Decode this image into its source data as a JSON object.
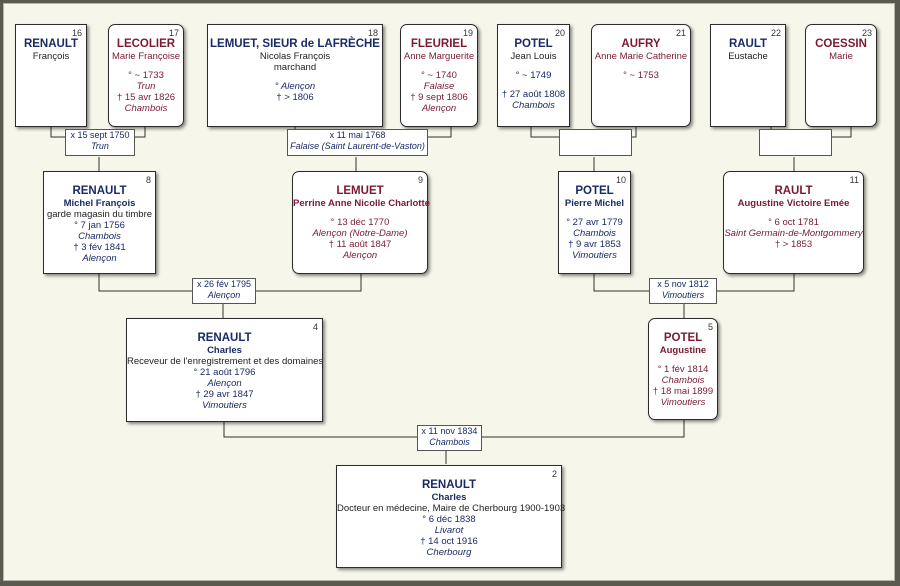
{
  "persons": {
    "p16": {
      "num": "16",
      "surname": "RENAULT",
      "given": "François"
    },
    "p17": {
      "num": "17",
      "surname": "LECOLIER",
      "given": "Marie Françoise",
      "b_date": "° ~ 1733",
      "b_place": "Trun",
      "d_date": "† 15 avr 1826",
      "d_place": "Chambois"
    },
    "p18": {
      "num": "18",
      "surname": "LEMUET, SIEUR de LAFRÈCHE",
      "given": "Nicolas François",
      "occupation": "marchand",
      "b_date": "° Alençon",
      "d_date": "† > 1806"
    },
    "p19": {
      "num": "19",
      "surname": "FLEURIEL",
      "given": "Anne Marguerite",
      "b_date": "° ~ 1740",
      "b_place": "Falaise",
      "d_date": "† 9 sept 1806",
      "d_place": "Alençon"
    },
    "p20": {
      "num": "20",
      "surname": "POTEL",
      "given": "Jean Louis",
      "b_date": "° ~ 1749",
      "d_date": "† 27 août 1808",
      "d_place": "Chambois"
    },
    "p21": {
      "num": "21",
      "surname": "AUFRY",
      "given": "Anne Marie Catherine",
      "b_date": "° ~ 1753"
    },
    "p22": {
      "num": "22",
      "surname": "RAULT",
      "given": "Eustache"
    },
    "p23": {
      "num": "23",
      "surname": "COESSIN",
      "given": "Marie"
    },
    "p8": {
      "num": "8",
      "surname": "RENAULT",
      "given": "Michel François",
      "occupation": "garde magasin du timbre",
      "b_date": "° 7 jan 1756",
      "b_place": "Chambois",
      "d_date": "† 3 fév 1841",
      "d_place": "Alençon"
    },
    "p9": {
      "num": "9",
      "surname": "LEMUET",
      "given": "Perrine Anne Nicolle Charlotte",
      "b_date": "° 13 déc 1770",
      "b_place": "Alençon (Notre-Dame)",
      "d_date": "† 11 août 1847",
      "d_place": "Alençon"
    },
    "p10": {
      "num": "10",
      "surname": "POTEL",
      "given": "Pierre Michel",
      "b_date": "° 27 avr 1779",
      "b_place": "Chambois",
      "d_date": "† 9 avr 1853",
      "d_place": "Vimoutiers"
    },
    "p11": {
      "num": "11",
      "surname": "RAULT",
      "given": "Augustine Victoire Emée",
      "b_date": "° 6 oct 1781",
      "b_place": "Saint Germain-de-Montgommery",
      "d_date": "† > 1853"
    },
    "p4": {
      "num": "4",
      "surname": "RENAULT",
      "given": "Charles",
      "occupation": "Receveur de l'enregistrement et des domaines",
      "b_date": "° 21 août 1796",
      "b_place": "Alençon",
      "d_date": "† 29 avr 1847",
      "d_place": "Vimoutiers"
    },
    "p5": {
      "num": "5",
      "surname": "POTEL",
      "given": "Augustine",
      "b_date": "° 1 fév 1814",
      "b_place": "Chambois",
      "d_date": "† 18 mai 1899",
      "d_place": "Vimoutiers"
    },
    "p2": {
      "num": "2",
      "surname": "RENAULT",
      "given": "Charles",
      "occupation": "Docteur en médecine, Maire de Cherbourg 1900-1903",
      "b_date": "° 6 déc 1838",
      "b_place": "Livarot",
      "d_date": "† 14 oct 1916",
      "d_place": "Cherbourg"
    }
  },
  "marriages": {
    "m16_17": {
      "date": "x 15 sept 1750",
      "place": "Trun"
    },
    "m18_19": {
      "date": "x 11 mai 1768",
      "place": "Falaise (Saint Laurent-de-Vaston)"
    },
    "m20_21": {
      "date": "",
      "place": ""
    },
    "m22_23": {
      "date": "",
      "place": ""
    },
    "m8_9": {
      "date": "x 26 fév 1795",
      "place": "Alençon"
    },
    "m10_11": {
      "date": "x 5 nov 1812",
      "place": "Vimoutiers"
    },
    "m4_5": {
      "date": "x 11 nov 1834",
      "place": "Chambois"
    }
  },
  "colors": {
    "male": "#1a2a66",
    "female": "#7a1a30",
    "background": "#f6f6ea",
    "frame": "#5a5a50"
  }
}
